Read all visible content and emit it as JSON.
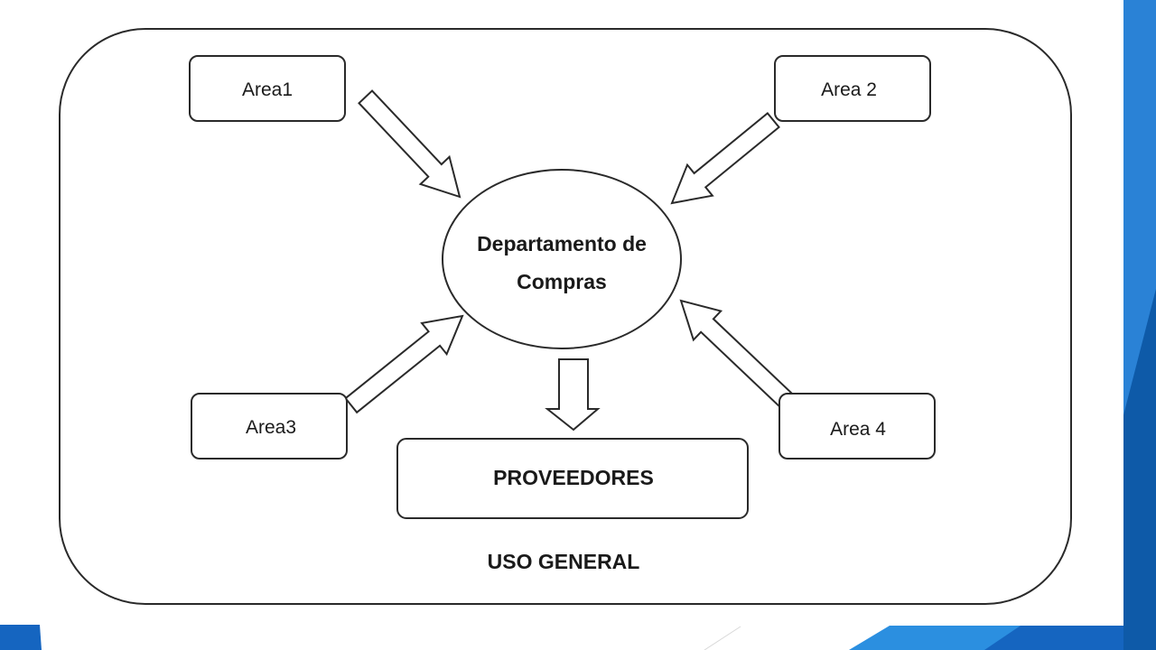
{
  "diagram": {
    "center_node": {
      "line1": "Departamento de",
      "line2": "Compras"
    },
    "areas": [
      {
        "label": "Area1"
      },
      {
        "label": "Area 2"
      },
      {
        "label": "Area3"
      },
      {
        "label": "Area 4"
      }
    ],
    "providers": {
      "label": "PROVEEDORES"
    },
    "container_caption": "USO GENERAL"
  },
  "colors": {
    "slide_background": "#ffffff",
    "accent_blue": "#1f73c9",
    "accent_blue_dark": "#0e5aa8",
    "accent_blue_light": "#3d9ee0",
    "diagram_stroke": "#2a2a2a"
  }
}
